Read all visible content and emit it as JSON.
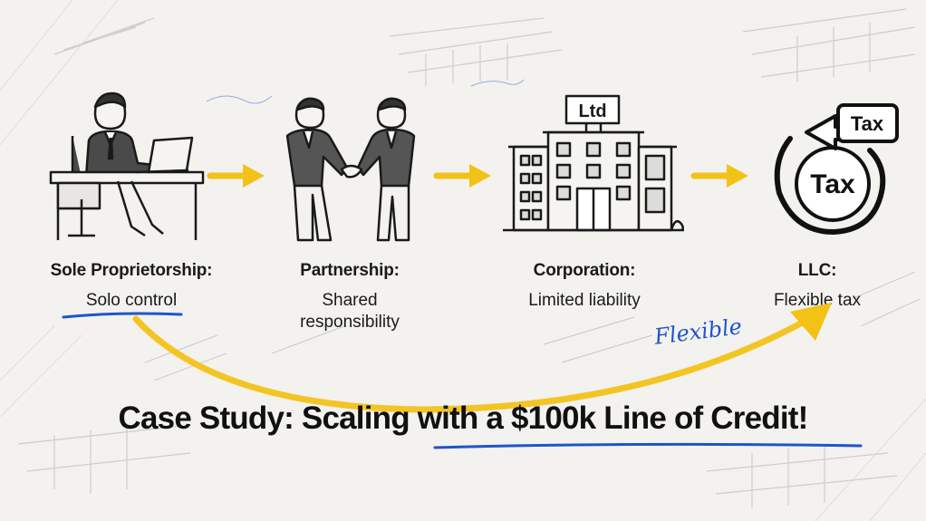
{
  "stages": [
    {
      "title": "Sole Proprietorship:",
      "subtitle": "Solo control"
    },
    {
      "title": "Partnership:",
      "subtitle": "Shared responsibility"
    },
    {
      "title": "Corporation:",
      "subtitle": "Limited liability"
    },
    {
      "title": "LLC:",
      "subtitle": "Flexible tax"
    }
  ],
  "building_sign": "Ltd",
  "tax_icon": {
    "main": "Tax",
    "small": "Tax"
  },
  "annotation": "Flexible",
  "headline": "Case Study: Scaling with a $100k Line of Credit!",
  "colors": {
    "accent_yellow": "#f2c218",
    "accent_blue": "#1f55c8",
    "ink": "#1a1a1a"
  },
  "icons": [
    "person-at-desk-icon",
    "handshake-icon",
    "office-building-icon",
    "tax-cycle-icon"
  ]
}
